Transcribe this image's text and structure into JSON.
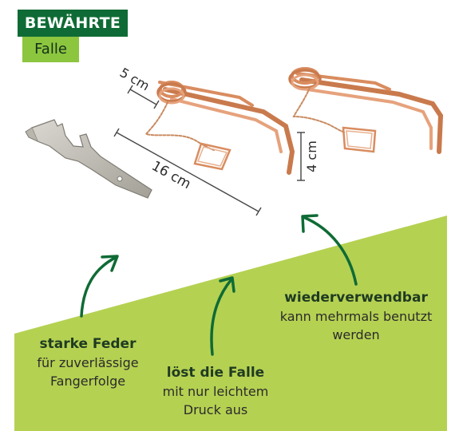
{
  "badge": {
    "title": "BEWÄHRTE",
    "subtitle": "Falle"
  },
  "dimensions": {
    "width": "5 cm",
    "length": "16 cm",
    "height": "4 cm"
  },
  "features": [
    {
      "title": "starke Feder",
      "line1": "für zuverlässige",
      "line2": "Fangerfolge"
    },
    {
      "title": "löst die Falle",
      "line1": "mit nur leichtem",
      "line2": "Druck aus"
    },
    {
      "title": "wiederverwendbar",
      "line1": "kann mehrmals benutzt",
      "line2": "werden"
    }
  ],
  "colors": {
    "dark_green": "#0f6b35",
    "light_green": "#8cc63f",
    "copper": "#d98c5f",
    "steel": "#b9b6ad"
  }
}
